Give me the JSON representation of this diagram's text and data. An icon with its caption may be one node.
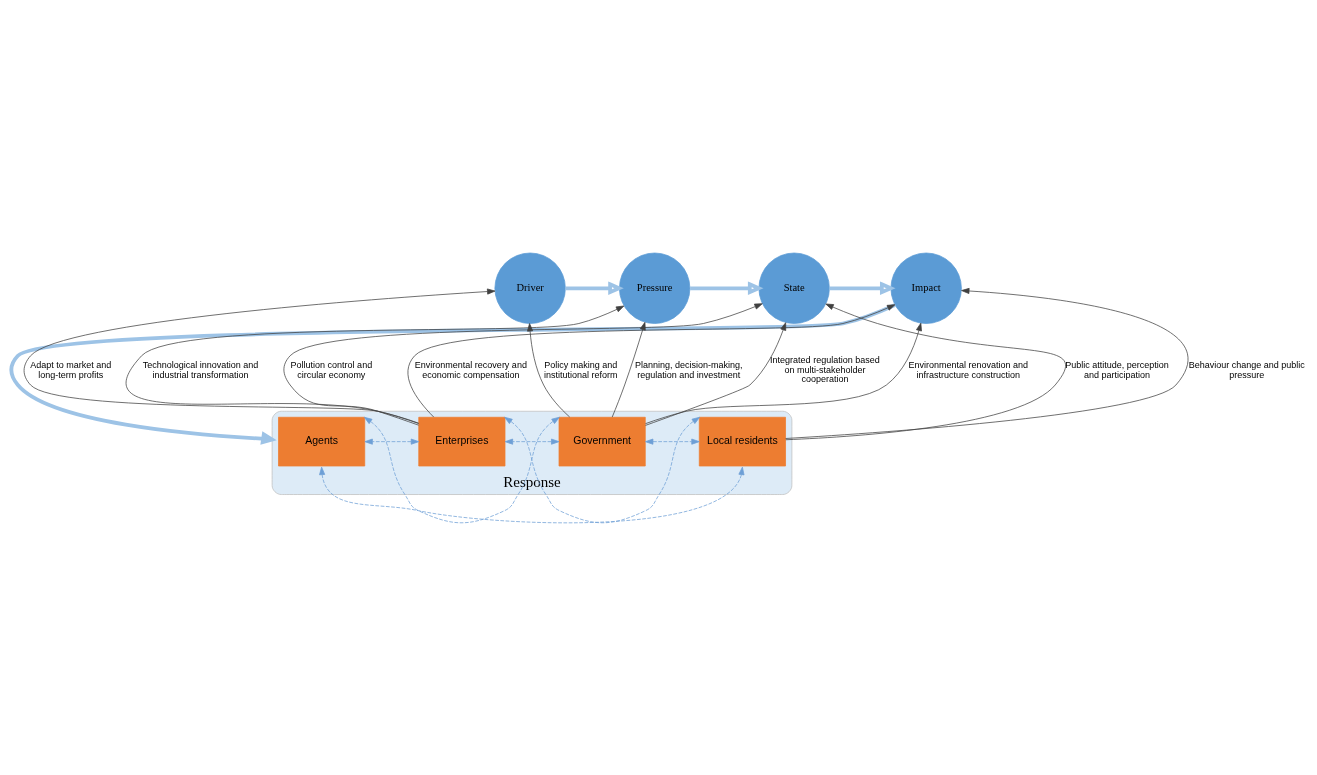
{
  "diagram": {
    "nodes": [
      {
        "text": [
          "Pressure"
        ]
      },
      {
        "text": [
          "State"
        ]
      },
      {
        "text": [
          "Driver"
        ]
      },
      {
        "text": [
          "Impact"
        ]
      },
      {
        "text": [
          "Response"
        ]
      },
      {
        "text": [
          "Government"
        ],
        "in": 4
      },
      {
        "text": [
          "Enterprises"
        ],
        "in": 4
      },
      {
        "text": [
          "Local residents"
        ],
        "in": 4
      },
      {
        "text": [
          "Agents"
        ],
        "in": 4
      }
    ],
    "edges": [
      {
        "from": 2,
        "to": 0,
        "arrow": "to",
        "style": "thick",
        "color": "#9dc3e6"
      },
      {
        "from": 0,
        "to": 1,
        "arrow": "to",
        "style": "thick",
        "color": "#9dc3e6"
      },
      {
        "from": 1,
        "to": 3,
        "arrow": "to",
        "style": "thick",
        "color": "#9dc3e6"
      },
      {
        "from": 3,
        "to": 4,
        "arrow": "to",
        "style": "thick",
        "color": "#9dc3e6"
      },
      {
        "from": 6,
        "to": 1,
        "label": "Pollution control and circular economy",
        "arrow": "to"
      },
      {
        "from": 6,
        "to": 0,
        "label": "Technological innovation and industrial transformation",
        "arrow": "to"
      },
      {
        "from": 5,
        "to": 0,
        "label": "Planning, decision-making, regulation and investment",
        "arrow": "to"
      },
      {
        "from": 5,
        "to": 1,
        "label": "Integrated regulation based on multi-stakeholder cooperation",
        "arrow": "to"
      },
      {
        "from": 5,
        "to": 2,
        "label": "Policy making and institutional reform",
        "arrow": "to"
      },
      {
        "from": 5,
        "to": 3,
        "label": "Environmental renovation and infrastructure construction",
        "arrow": "to"
      },
      {
        "from": 6,
        "to": 2,
        "label": "Adapt to market and long-term profits",
        "arrow": "to"
      },
      {
        "from": 7,
        "to": 3,
        "label": "Behaviour change and public pressure",
        "arrow": "to"
      },
      {
        "from": 7,
        "to": 1,
        "label": "Public attitude, perception and participation",
        "arrow": "to"
      },
      {
        "from": 6,
        "to": 3,
        "label": "Environmental recovery and economic compensation",
        "arrow": "to"
      },
      {
        "from": 5,
        "to": 6,
        "arrow": "both",
        "style": "dashed",
        "color": "#6d9fd6"
      },
      {
        "from": 5,
        "to": 7,
        "arrow": "both",
        "style": "dashed",
        "color": "#6d9fd6"
      },
      {
        "from": 6,
        "to": 7,
        "arrow": "both",
        "style": "dashed",
        "color": "#6d9fd6"
      },
      {
        "from": 5,
        "to": 8,
        "arrow": "both",
        "style": "dashed",
        "color": "#6d9fd6"
      },
      {
        "from": 6,
        "to": 8,
        "arrow": "both",
        "style": "dashed",
        "color": "#6d9fd6"
      },
      {
        "from": 7,
        "to": 8,
        "arrow": "both",
        "style": "dashed",
        "color": "#6d9fd6"
      }
    ]
  }
}
